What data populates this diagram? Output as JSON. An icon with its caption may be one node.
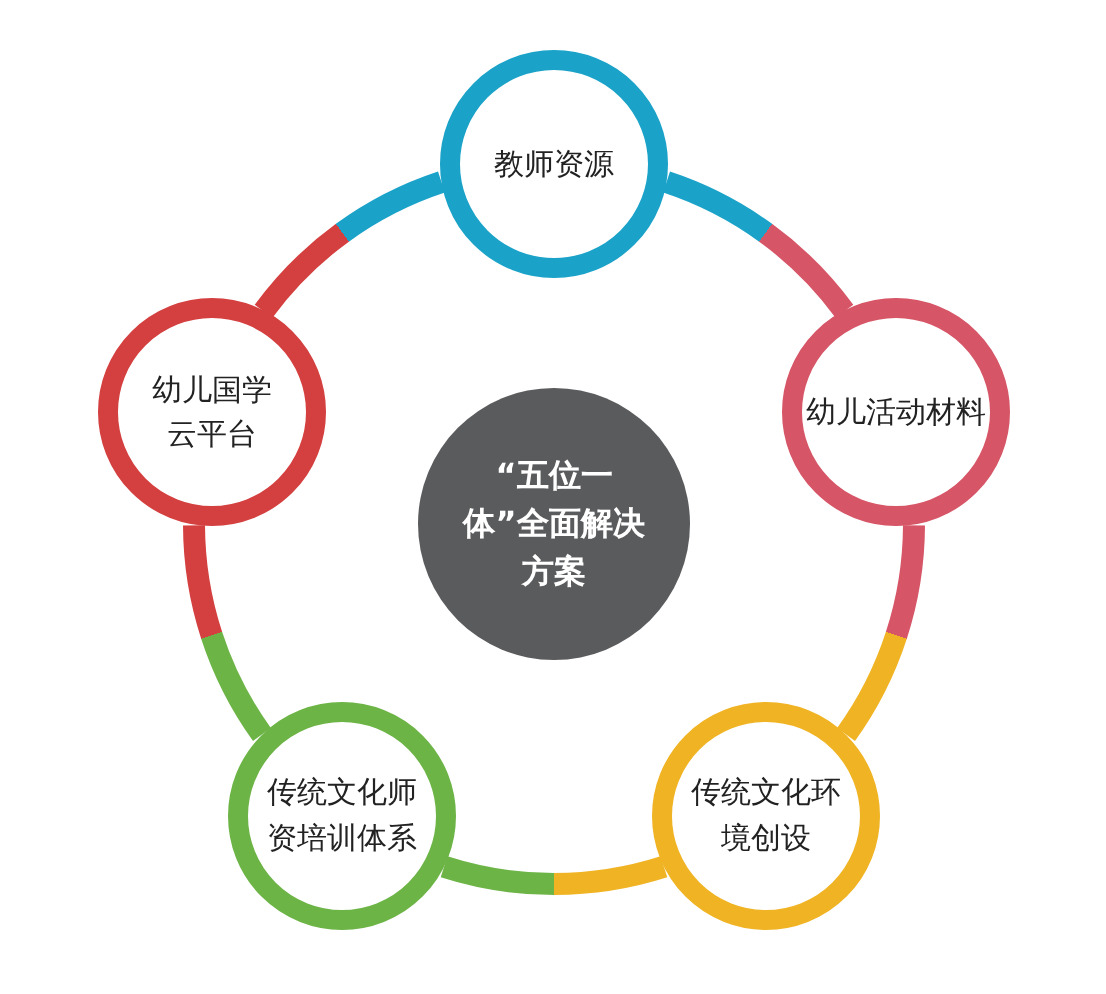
{
  "diagram": {
    "nodes": [
      {
        "text": [
          "教师资源"
        ]
      },
      {
        "text": [
          "幼儿活动材料"
        ]
      },
      {
        "text": [
          "传统文化环境创设"
        ]
      },
      {
        "text": [
          "传统文化师资培训体系"
        ]
      },
      {
        "text": [
          "幼儿国学云平台"
        ]
      },
      {
        "text": [
          "“五位一体”全面解决方案"
        ]
      }
    ],
    "edges": [
      {
        "from": 0,
        "to": 1,
        "arrow": "none"
      },
      {
        "from": 1,
        "to": 2,
        "arrow": "none"
      },
      {
        "from": 2,
        "to": 3,
        "arrow": "none"
      },
      {
        "from": 3,
        "to": 4,
        "arrow": "none"
      },
      {
        "from": 4,
        "to": 0,
        "arrow": "none"
      }
    ]
  }
}
